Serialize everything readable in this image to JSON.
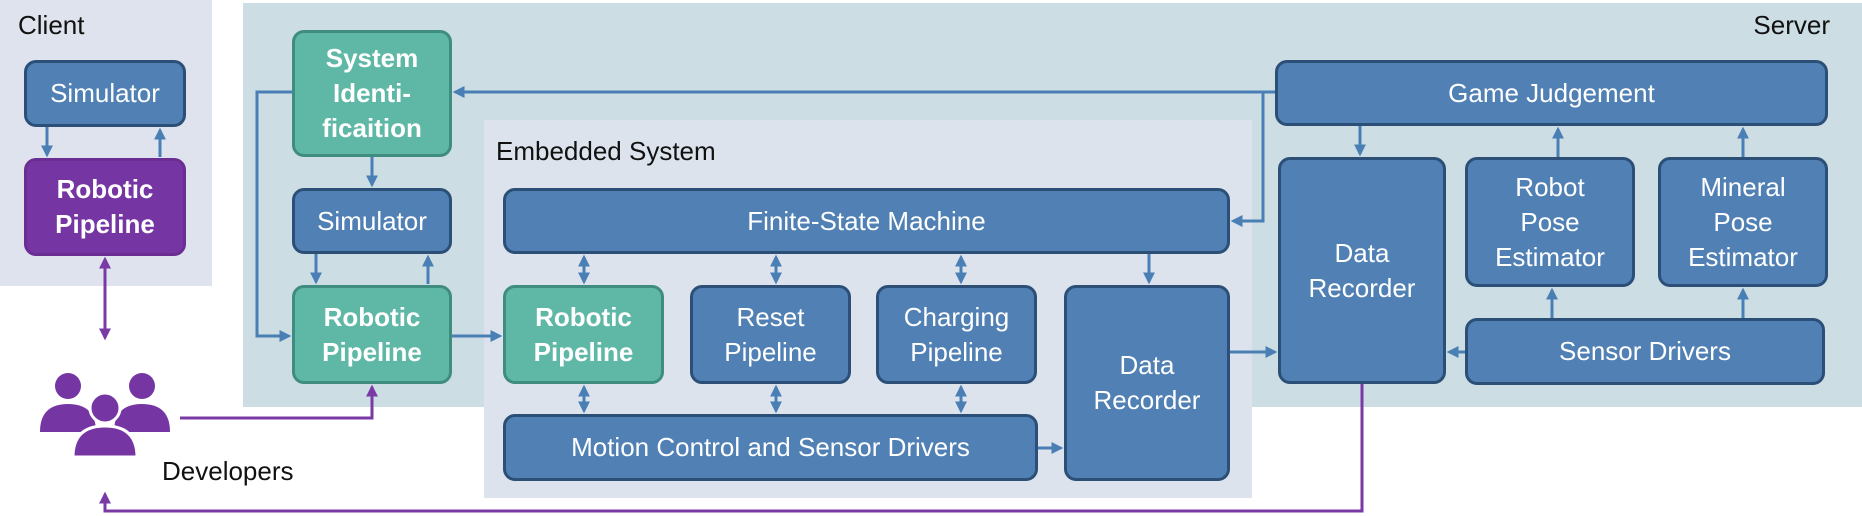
{
  "regions": {
    "client": "Client",
    "server": "Server",
    "embedded": "Embedded System"
  },
  "client": {
    "simulator": "Simulator",
    "robotic_pipeline": "Robotic\nPipeline"
  },
  "developers": {
    "label": "Developers",
    "icon": "people-group-icon"
  },
  "server": {
    "system_identification": "System\nIdenti-\nficaition",
    "simulator": "Simulator",
    "robotic_pipeline": "Robotic\nPipeline",
    "game_judgement": "Game Judgement",
    "data_recorder": "Data\nRecorder",
    "robot_pose_estimator": "Robot\nPose\nEstimator",
    "mineral_pose_estimator": "Mineral\nPose\nEstimator",
    "sensor_drivers": "Sensor Drivers"
  },
  "embedded": {
    "finite_state_machine": "Finite-State Machine",
    "robotic_pipeline": "Robotic\nPipeline",
    "reset_pipeline": "Reset\nPipeline",
    "charging_pipeline": "Charging\nPipeline",
    "data_recorder": "Data\nRecorder",
    "motion_control": "Motion Control and Sensor Drivers"
  },
  "colors": {
    "box_blue": "#5080b4",
    "box_teal": "#5fb8a6",
    "box_purple": "#7536a3",
    "arrow_blue": "#4a7fb5",
    "arrow_purple": "#7a3aa6",
    "client_bg": "#dfe3ee",
    "server_bg": "#ccdde4",
    "embedded_bg": "#dce3ed"
  }
}
